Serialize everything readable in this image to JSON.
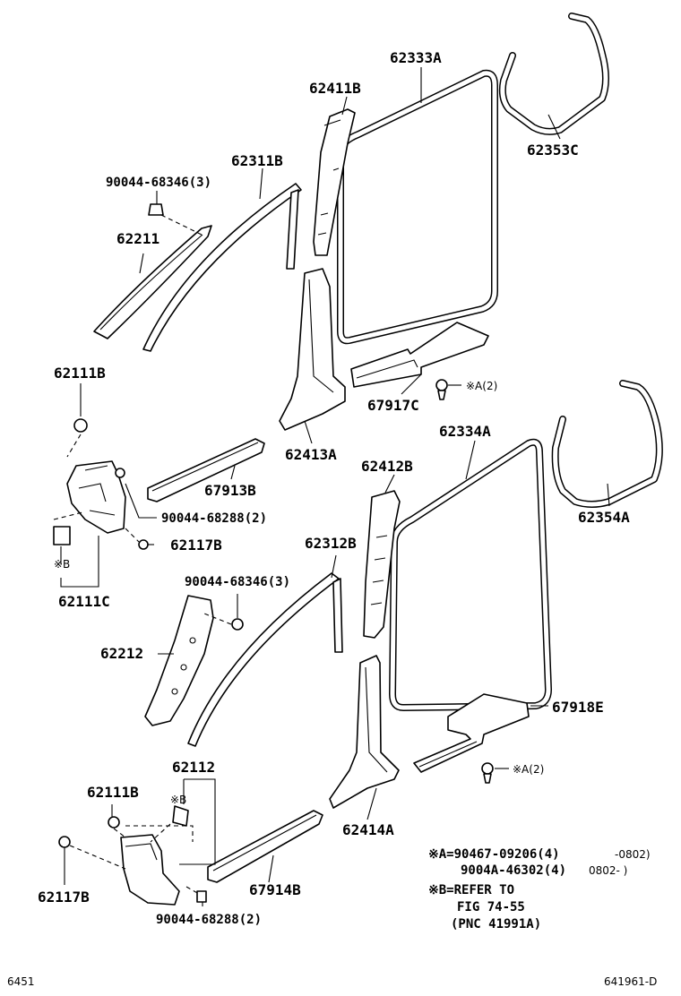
{
  "labels": {
    "p62333A": "62333A",
    "p62411B": "62411B",
    "p62353C": "62353C",
    "p62311B": "62311B",
    "bolt_90044_68346_top": "90044-68346(3)",
    "p62211": "62211",
    "p67917C": "67917C",
    "clipA_top": "※A(2)",
    "p62111B_top": "62111B",
    "p62413A": "62413A",
    "p62334A": "62334A",
    "p62412B": "62412B",
    "p67913B": "67913B",
    "p62354A": "62354A",
    "bolt_90044_68288_top": "90044-68288(2)",
    "p62117B_top": "62117B",
    "noteB_top": "※B",
    "p62312B": "62312B",
    "p62111C": "62111C",
    "bolt_90044_68346_mid": "90044-68346(3)",
    "p62212": "62212",
    "p67918E": "67918E",
    "p62112": "62112",
    "p62111B_bot": "62111B",
    "noteB_bot": "※B",
    "clipA_bot": "※A(2)",
    "p62414A": "62414A",
    "p62117B_bot": "62117B",
    "p67914B": "67914B",
    "bolt_90044_68288_bot": "90044-68288(2)"
  },
  "notes": {
    "a_line1_main": "※A=90467-09206(4)",
    "a_line1_range": "-0802)",
    "a_line2_main": "9004A-46302(4)",
    "a_line2_range": "0802-    )",
    "b_line1": "※B=REFER TO",
    "b_line2": "FIG 74-55",
    "b_line3": "(PNC 41991A)"
  },
  "footer": {
    "left_code": "6451",
    "right_code": "641961-D"
  }
}
